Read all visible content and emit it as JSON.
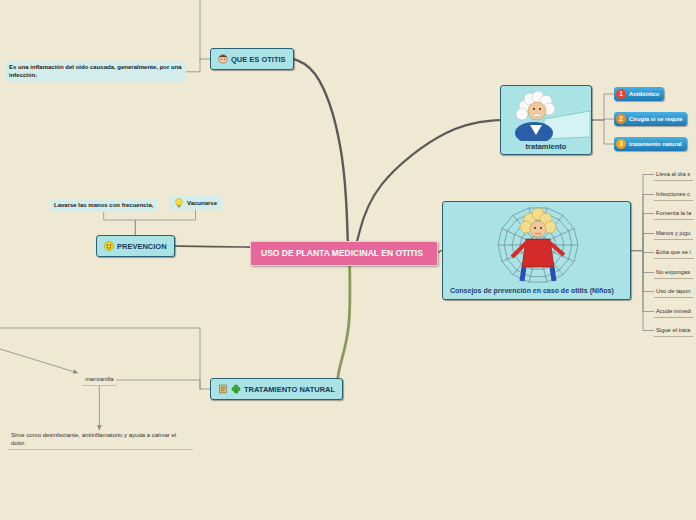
{
  "diagram": {
    "nodes": [
      {
        "text": [
          "USO DE PLANTA MEDICINAL EN OTITIS"
        ]
      },
      {
        "text": [
          "QUE ES OTITIS"
        ]
      },
      {
        "text": [
          "Es una inflamación del oído causada, generalmente, por una infección."
        ]
      },
      {
        "text": [
          "PREVENCION"
        ]
      },
      {
        "text": [
          "Vacunarse"
        ]
      },
      {
        "text": [
          "Lavarse las manos con frecuencia,"
        ]
      },
      {
        "text": [
          "TRATAMIENTO NATURAL"
        ]
      },
      {
        "text": [
          "manzanilla"
        ]
      },
      {
        "text": [
          "Sirve como desinfectante, antiinflamatorio y ayuda a calmar el dolor."
        ]
      },
      {
        "text": [
          "tratamiento"
        ]
      },
      {
        "text": [
          "1",
          "Antibiótico"
        ]
      },
      {
        "text": [
          "2",
          "Cirugía si se requie"
        ]
      },
      {
        "text": [
          "3",
          "tratamiento natural"
        ]
      },
      {
        "text": [
          "Consejos de prevención en caso de otitis (Niños)"
        ]
      },
      {
        "text": [
          "Lleva al día s"
        ]
      },
      {
        "text": [
          "Infecciones c"
        ]
      },
      {
        "text": [
          "Fomenta la la"
        ]
      },
      {
        "text": [
          "Manos y jugu"
        ]
      },
      {
        "text": [
          "Evita que se i"
        ]
      },
      {
        "text": [
          "No expongas"
        ]
      },
      {
        "text": [
          "Uso de tapon"
        ]
      },
      {
        "text": [
          "Acude inmedi"
        ]
      },
      {
        "text": [
          "Sigue el trata"
        ]
      }
    ],
    "edges": [
      {
        "from": 0,
        "to": 1,
        "arrow": "none"
      },
      {
        "from": 0,
        "to": 3,
        "arrow": "none"
      },
      {
        "from": 0,
        "to": 6,
        "arrow": "none"
      },
      {
        "from": 0,
        "to": 9,
        "arrow": "none"
      },
      {
        "from": 0,
        "to": 13,
        "arrow": "none"
      },
      {
        "from": 1,
        "to": 2,
        "arrow": "none"
      },
      {
        "from": 3,
        "to": 4,
        "arrow": "none"
      },
      {
        "from": 3,
        "to": 5,
        "arrow": "none"
      },
      {
        "from": 6,
        "to": 7,
        "arrow": "none"
      },
      {
        "from": 7,
        "to": 8,
        "arrow": "to"
      },
      {
        "from": 9,
        "to": 10,
        "arrow": "none"
      },
      {
        "from": 9,
        "to": 11,
        "arrow": "none"
      },
      {
        "from": 9,
        "to": 12,
        "arrow": "none"
      },
      {
        "from": 13,
        "to": 14,
        "arrow": "none"
      },
      {
        "from": 13,
        "to": 15,
        "arrow": "none"
      },
      {
        "from": 13,
        "to": 16,
        "arrow": "none"
      },
      {
        "from": 13,
        "to": 17,
        "arrow": "none"
      },
      {
        "from": 13,
        "to": 18,
        "arrow": "none"
      },
      {
        "from": 13,
        "to": 19,
        "arrow": "none"
      },
      {
        "from": 13,
        "to": 20,
        "arrow": "none"
      },
      {
        "from": 13,
        "to": 21,
        "arrow": "none"
      },
      {
        "from": 13,
        "to": 22,
        "arrow": "none"
      }
    ]
  }
}
